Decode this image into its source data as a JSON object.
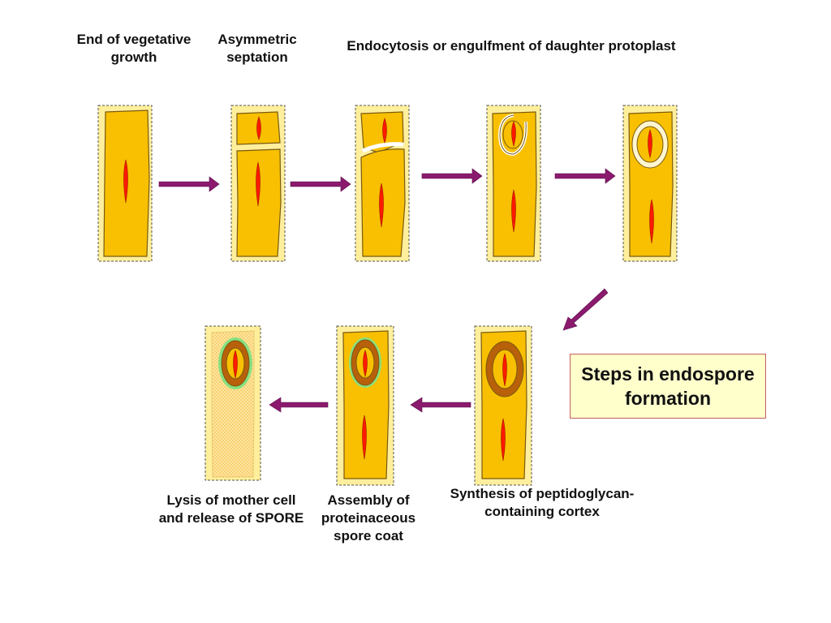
{
  "title": "Steps in endospore formation",
  "steps": [
    {
      "label": "End of vegetative growth"
    },
    {
      "label": "Asymmetric septation"
    },
    {
      "label": "Endocytosis or engulfment of daughter protoplast"
    },
    {
      "label": "Synthesis of peptidoglycan-containing cortex"
    },
    {
      "label": "Assembly of proteinaceous spore coat"
    },
    {
      "label": "Lysis of mother cell and release of SPORE"
    }
  ],
  "colors": {
    "cell_fill": "#f8c000",
    "cell_outline": "#7a5a10",
    "panel_bg": "#ffef9c",
    "nucleoid": "#ff1a00",
    "arrow": "#8b1a6e",
    "cortex": "#b8600a",
    "coat": "#88e080"
  }
}
